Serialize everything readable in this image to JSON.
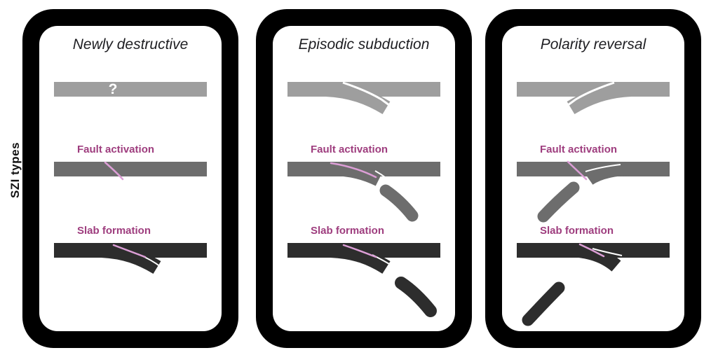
{
  "figure": {
    "side_label": "SZI types",
    "colors": {
      "background": "#ffffff",
      "frame": "#000000",
      "card": "#ffffff",
      "plate_initial": "#9e9e9e",
      "plate_fault": "#6d6d6d",
      "plate_slab": "#2d2d2d",
      "fault_line": "#dc9ed6",
      "label": "#9e3d7e",
      "title": "#1e1e22"
    },
    "panels": [
      {
        "title": "Newly destructive",
        "question_mark": "?",
        "stages": [
          {
            "label": ""
          },
          {
            "label": "Fault activation"
          },
          {
            "label": "Slab formation"
          }
        ]
      },
      {
        "title": "Episodic subduction",
        "stages": [
          {
            "label": ""
          },
          {
            "label": "Fault activation"
          },
          {
            "label": "Slab formation"
          }
        ]
      },
      {
        "title": "Polarity reversal",
        "stages": [
          {
            "label": ""
          },
          {
            "label": "Fault activation"
          },
          {
            "label": "Slab formation"
          }
        ]
      }
    ]
  }
}
